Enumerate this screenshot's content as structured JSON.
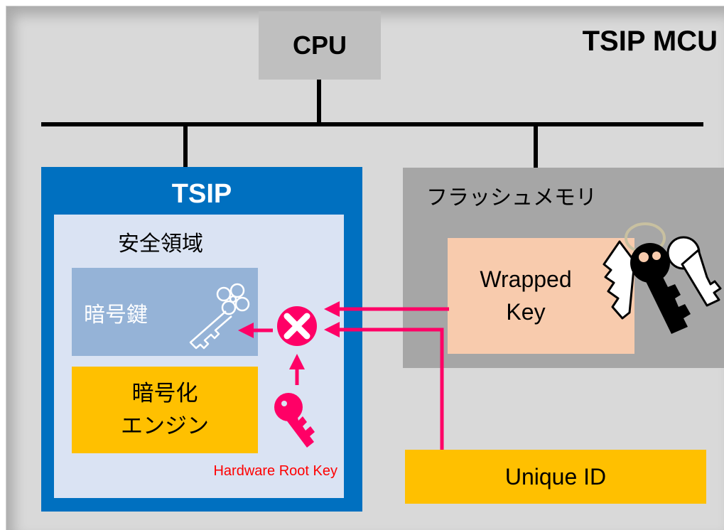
{
  "diagram": {
    "title": "TSIP MCU",
    "cpu_label": "CPU",
    "tsip": {
      "title": "TSIP",
      "secure_area_label": "安全領域",
      "crypto_key_label": "暗号鍵",
      "engine_label_line1": "暗号化",
      "engine_label_line2": "エンジン",
      "hardware_root_key_label": "Hardware Root Key"
    },
    "flash": {
      "label": "フラッシュメモリ",
      "wrapped_key_line1": "Wrapped",
      "wrapped_key_line2": "Key"
    },
    "unique_id_label": "Unique ID",
    "colors": {
      "background": "#d9d9d9",
      "tsip_blue": "#0070c0",
      "secure_area": "#dae3f3",
      "crypto_key_box": "#95b3d7",
      "engine_yellow": "#ffc000",
      "flash_gray": "#a6a6a6",
      "wrapped_key_peach": "#f8cbad",
      "arrow_magenta": "#ff0066",
      "hrk_text_red": "#ff0000"
    },
    "icons": [
      "skeleton-key-icon",
      "combine-x-icon",
      "magenta-key-icon",
      "keyring-icon"
    ]
  }
}
